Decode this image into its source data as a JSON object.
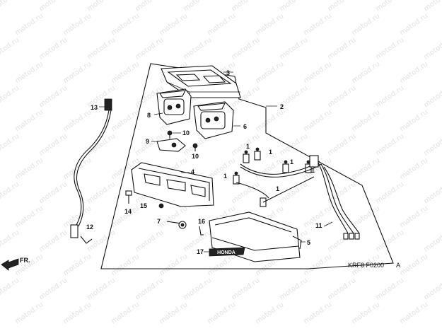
{
  "watermark": {
    "text": "motod.ru"
  },
  "diagram": {
    "direction_label": "FR.",
    "drawing_code": "KRF8  F0200",
    "drawing_suffix": "A",
    "emblem_text": "HONDA"
  },
  "callouts": [
    {
      "id": "c1a",
      "text": "1"
    },
    {
      "id": "c1b",
      "text": "1"
    },
    {
      "id": "c1c",
      "text": "1"
    },
    {
      "id": "c1d",
      "text": "1"
    },
    {
      "id": "c1e",
      "text": "1"
    },
    {
      "id": "c1f",
      "text": "1"
    },
    {
      "id": "c2",
      "text": "2"
    },
    {
      "id": "c3",
      "text": "3"
    },
    {
      "id": "c4",
      "text": "4"
    },
    {
      "id": "c5",
      "text": "5"
    },
    {
      "id": "c6",
      "text": "6"
    },
    {
      "id": "c7",
      "text": "7"
    },
    {
      "id": "c8",
      "text": "8"
    },
    {
      "id": "c9",
      "text": "9"
    },
    {
      "id": "c10a",
      "text": "10"
    },
    {
      "id": "c10b",
      "text": "10"
    },
    {
      "id": "c11",
      "text": "11"
    },
    {
      "id": "c12",
      "text": "12"
    },
    {
      "id": "c13",
      "text": "13"
    },
    {
      "id": "c14",
      "text": "14"
    },
    {
      "id": "c15",
      "text": "15"
    },
    {
      "id": "c16",
      "text": "16"
    },
    {
      "id": "c17",
      "text": "17"
    }
  ]
}
